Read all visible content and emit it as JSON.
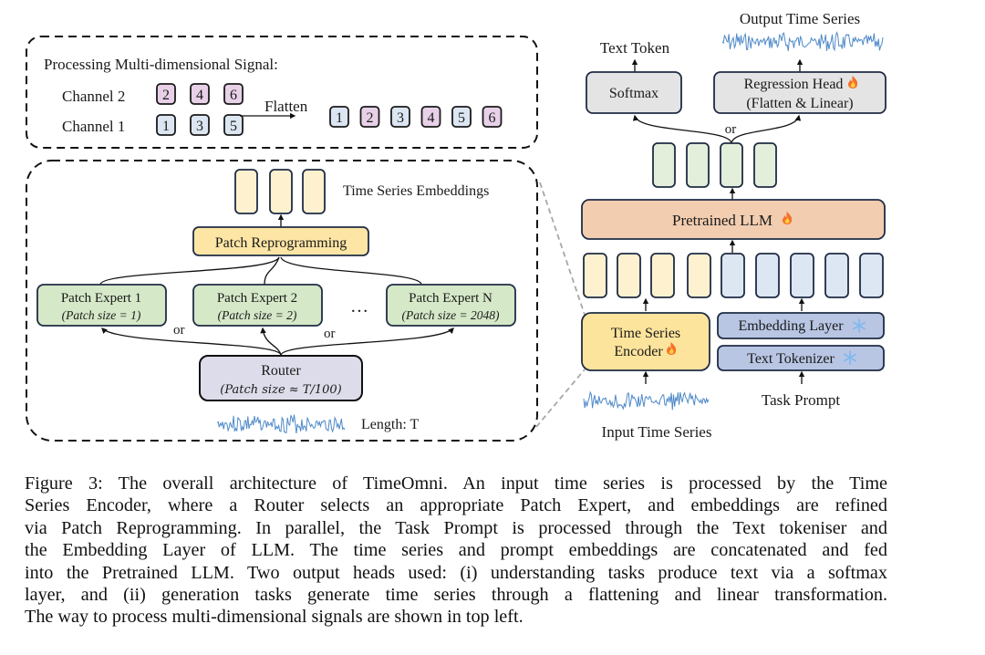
{
  "figure": {
    "multi_dim_panel": {
      "title": "Processing Multi-dimensional Signal:",
      "channel2_label": "Channel 2",
      "channel1_label": "Channel 1",
      "channel2_tokens": [
        "2",
        "4",
        "6"
      ],
      "channel1_tokens": [
        "1",
        "3",
        "5"
      ],
      "flatten_label": "Flatten",
      "flattened_tokens": [
        "1",
        "2",
        "3",
        "4",
        "5",
        "6"
      ]
    },
    "encoder_detail_panel": {
      "embeddings_label": "Time Series Embeddings",
      "patch_reprogramming": "Patch Reprogramming",
      "experts": [
        {
          "name": "Patch Expert 1",
          "detail": "(Patch size = 1)"
        },
        {
          "name": "Patch Expert 2",
          "detail": "(Patch size = 2)"
        },
        {
          "name": "Patch Expert N",
          "detail": "(Patch size = 2048)"
        }
      ],
      "ellipsis": "…",
      "or_label_1": "or",
      "or_label_2": "or",
      "router_name": "Router",
      "router_detail": "(Patch size  ≈  T/100)",
      "length_label": "Length: T"
    },
    "main_pipeline": {
      "output_time_series_label": "Output Time Series",
      "text_token_label": "Text Token",
      "softmax": "Softmax",
      "regression_head_line1": "Regression Head",
      "regression_head_line2": "(Flatten & Linear)",
      "or_label": "or",
      "pretrained_llm": "Pretrained LLM",
      "ts_encoder_line1": "Time Series",
      "ts_encoder_line2": "Encoder",
      "embedding_layer": "Embedding Layer",
      "text_tokenizer": "Text Tokenizer",
      "input_time_series_label": "Input Time Series",
      "task_prompt_label": "Task Prompt",
      "trainable_icon": "fire-icon",
      "frozen_icon": "snowflake-icon"
    },
    "colors": {
      "channel2_fill": "#e8d1e8",
      "channel1_fill": "#dce6f2",
      "expert_fill": "#d5e8c8",
      "router_fill": "#dcdcea",
      "reprogramming_fill": "#fde5a5",
      "embedding_yellow": "#fdf1d0",
      "embedding_blue": "#dde7f3",
      "output_green": "#e3eedb",
      "llm_fill": "#f2cdb0",
      "encoder_fill": "#fde49c",
      "text_module_fill": "#b8c5e3",
      "head_fill": "#e4e4e4",
      "waveform": "#4f8ac8"
    }
  },
  "caption": {
    "lines": [
      "Figure 3: The overall architecture of TimeOmni. An input time series is processed by the Time",
      "Series Encoder, where a Router selects an appropriate Patch Expert, and embeddings are refined",
      "via Patch Reprogramming. In parallel, the Task Prompt is processed through the Text tokeniser and",
      "the Embedding Layer of LLM. The time series and prompt embeddings are concatenated and fed",
      "into the Pretrained LLM. Two output heads used: (i) understanding tasks produce text via a softmax",
      "layer, and (ii) generation tasks generate time series through a flattening and linear transformation.",
      "The way to process multi-dimensional signals are shown in top left."
    ]
  }
}
